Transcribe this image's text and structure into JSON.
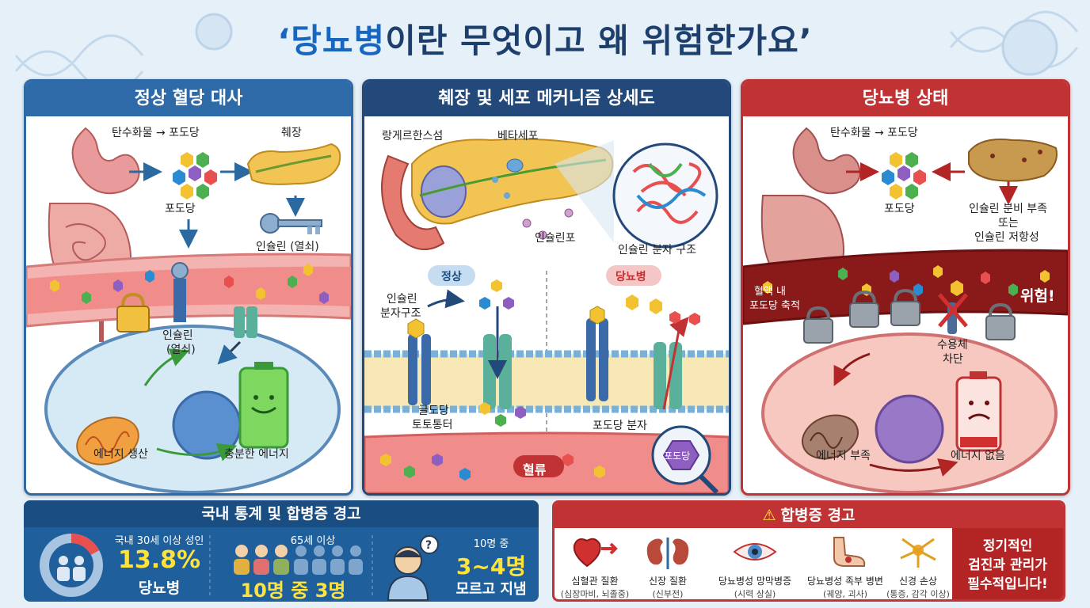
{
  "title": {
    "highlight": "‘당뇨병",
    "rest": "이란 무엇이고 왜 위험한가요’"
  },
  "panel_normal": {
    "header": "정상 혈당 대사",
    "carb_to_glucose": "탄수화물 → 포도당",
    "pancreas": "췌장",
    "glucose": "포도당",
    "insulin_key": "인슐린 (열쇠)",
    "insulin_key_cell_line1": "인슐린",
    "insulin_key_cell_line2": "(열쇠)",
    "energy_production": "에너지 생산",
    "sufficient_energy": "충분한 에너지"
  },
  "panel_mechanism": {
    "header": "췌장 및 세포 메커니즘 상세도",
    "islets": "랑게르한스섬",
    "beta_cell": "베타세포",
    "insulin_granule": "인슐린포",
    "insulin_molecule_structure": "인슐린 분자 구조",
    "normal_badge": "정상",
    "diabetes_badge": "당뇨병",
    "insulin_label_line1": "인슐린",
    "insulin_label_line2": "분자구조",
    "transporter_line1": "글도당",
    "transporter_line2": "토토통터",
    "glucose_molecule": "포도당 분자",
    "glucose_hex": "포도당",
    "bloodstream": "혈류"
  },
  "panel_diabetes": {
    "header": "당뇨병 상태",
    "carb_to_glucose": "탄수화물 → 포도당",
    "glucose": "포도당",
    "insulin_deficiency_line1": "인슐린 분비 부족",
    "insulin_deficiency_line2": "또는",
    "insulin_deficiency_line3": "인슐린 저항성",
    "blood_glucose_line1": "혈액 내",
    "blood_glucose_line2": "포도당 축적",
    "danger": "위험!",
    "receptor_blocked_line1": "수용체",
    "receptor_blocked_line2": "차단",
    "energy_shortage": "에너지 부족",
    "no_energy": "에너지 없음"
  },
  "stats": {
    "header": "국내 통계 및 합병증 경고",
    "s1_label": "국내 30세 이상 성인",
    "s1_value": "13.8%",
    "s1_sub": "당뇨병",
    "s2_label": "65세 이상",
    "s2_value": "10명 중 3명",
    "s3_label": "10명 중",
    "s3_value": "3~4명",
    "s3_sub": "모르고 지냄"
  },
  "complications": {
    "header": "합병증 경고",
    "items": [
      {
        "name": "심혈관 질환",
        "sub": "(심장마비, 뇌졸중)"
      },
      {
        "name": "신장 질환",
        "sub": "(신부전)"
      },
      {
        "name": "당뇨병성 망막병증",
        "sub": "(시력 상실)"
      },
      {
        "name": "당뇨병성 족부 병변",
        "sub": "(궤양, 괴사)"
      },
      {
        "name": "신경 손상",
        "sub": "(통증, 감각 이상)"
      }
    ],
    "advice_line1": "정기적인",
    "advice_line2": "검진과 관리가",
    "advice_line3": "필수적입니다!"
  },
  "colors": {
    "normal": "#2f6aa8",
    "mechanism": "#23497a",
    "diabetes": "#c03233",
    "highlight": "#1767c0",
    "stat_yellow": "#ffe23a"
  }
}
